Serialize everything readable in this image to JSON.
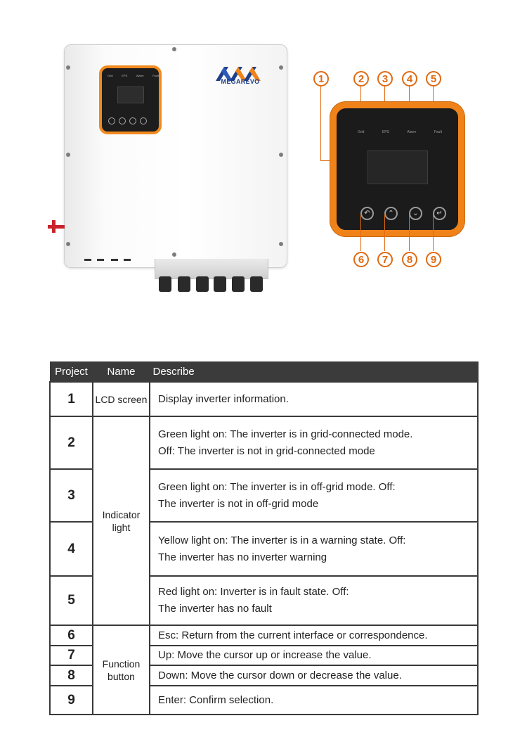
{
  "brand": {
    "name": "MEGAREVO",
    "color": "#1f3f8a"
  },
  "panel": {
    "indicator_labels": [
      "Grid",
      "EPS",
      "Alarm",
      "Fault"
    ],
    "accent_color": "#f0821a",
    "buttons": [
      {
        "name": "esc",
        "icon": "back-arrow-icon"
      },
      {
        "name": "up",
        "icon": "chevron-up-icon"
      },
      {
        "name": "down",
        "icon": "chevron-down-icon"
      },
      {
        "name": "enter",
        "icon": "enter-icon"
      }
    ]
  },
  "callouts": [
    "1",
    "2",
    "3",
    "4",
    "5",
    "6",
    "7",
    "8",
    "9"
  ],
  "table": {
    "headers": [
      "Project",
      "Name",
      "Describe"
    ],
    "names": {
      "lcd": "LCD screen",
      "indicator": "Indicator light",
      "function": "Function button"
    },
    "rows": [
      {
        "project": "1",
        "describe": "Display inverter information."
      },
      {
        "project": "2",
        "describe": "Green light on: The inverter is in grid-connected mode.\nOff: The inverter is not in grid-connected mode"
      },
      {
        "project": "3",
        "describe": "Green light on: The inverter is in off-grid mode. Off:\nThe inverter is not in off-grid mode"
      },
      {
        "project": "4",
        "describe": "Yellow light on: The inverter is in a warning state. Off:\nThe inverter has no inverter warning"
      },
      {
        "project": "5",
        "describe": "Red light on: Inverter is in fault state. Off:\nThe inverter has no fault"
      },
      {
        "project": "6",
        "describe": "Esc: Return from the current interface or correspondence."
      },
      {
        "project": "7",
        "describe": "Up: Move the cursor up or increase the value."
      },
      {
        "project": "8",
        "describe": "Down: Move the cursor down or decrease the value."
      },
      {
        "project": "9",
        "describe": "Enter: Confirm selection."
      }
    ]
  }
}
